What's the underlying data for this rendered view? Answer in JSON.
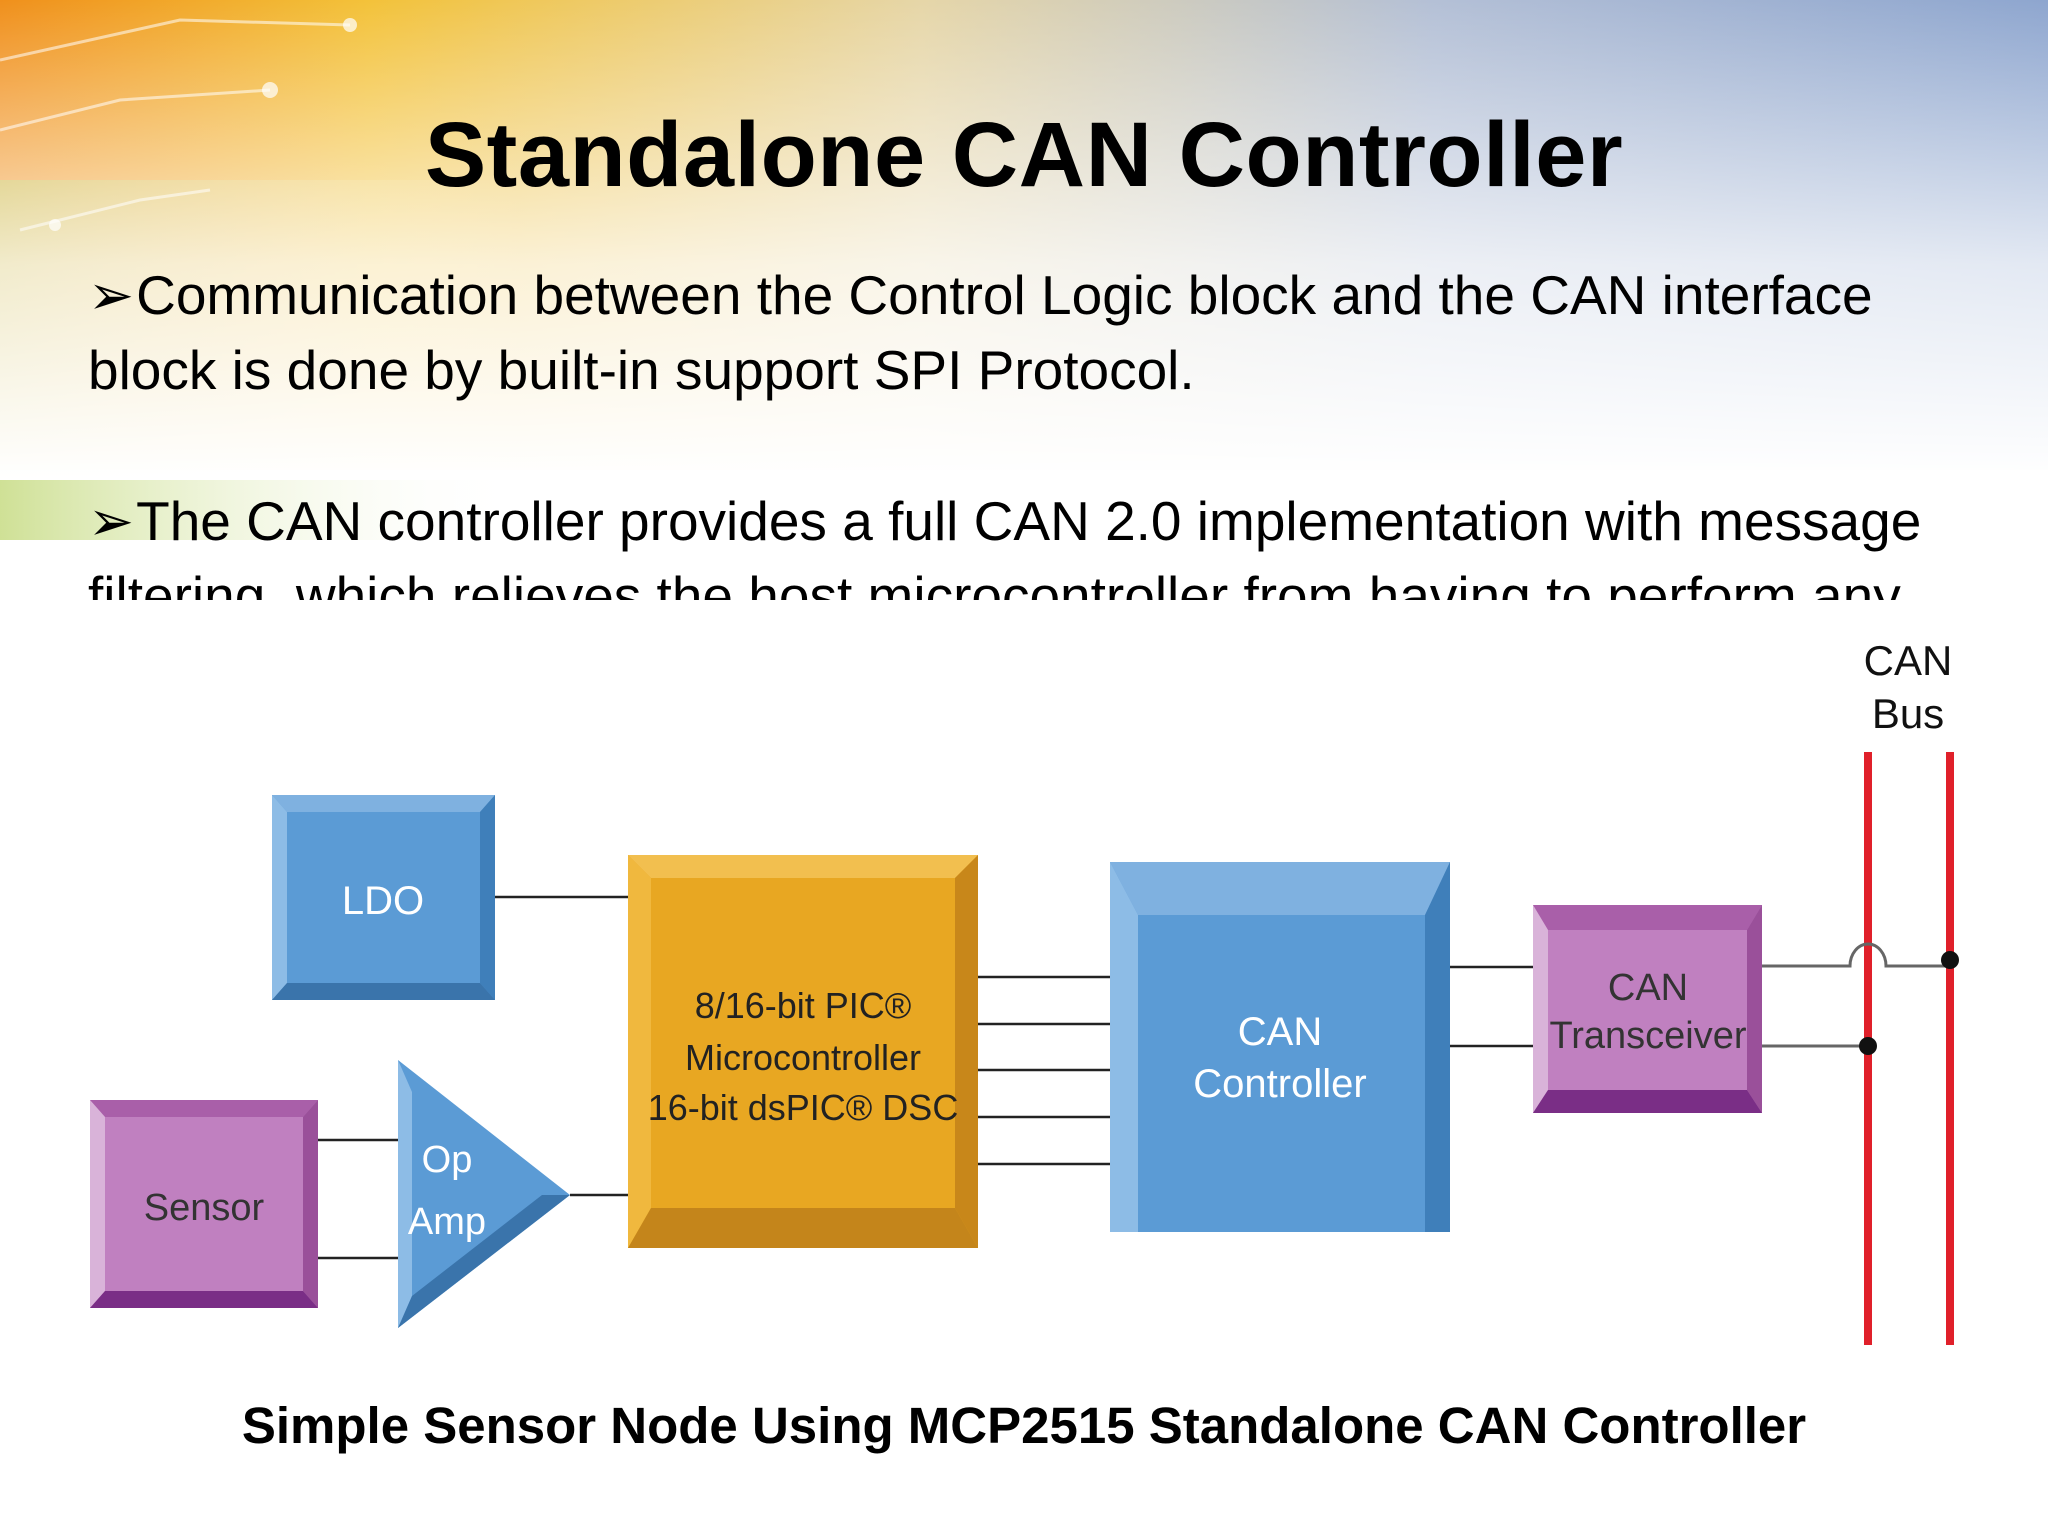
{
  "slide": {
    "title": "Standalone CAN Controller",
    "bullets": [
      "Communication between the Control Logic block and the CAN interface block is done by built-in support SPI Protocol.",
      "The CAN controller provides a full CAN 2.0 implementation with message filtering, which relieves the host microcontroller from having to perform any CAN bus related overhead."
    ],
    "bullet_marker": "➢",
    "caption": "Simple Sensor Node Using MCP2515 Standalone CAN Controller"
  },
  "diagram": {
    "ldo": "LDO",
    "sensor": "Sensor",
    "opamp": [
      "Op",
      "Amp"
    ],
    "mcu": [
      "8/16-bit PIC®",
      "Microcontroller",
      "16-bit dsPIC® DSC"
    ],
    "can_controller": [
      "CAN",
      "Controller"
    ],
    "can_transceiver": [
      "CAN",
      "Transceiver"
    ],
    "can_bus": [
      "CAN",
      "Bus"
    ],
    "colors": {
      "blue": "#5b9bd5",
      "purple": "#c080c0",
      "gold": "#e8a722",
      "bus_red": "#e0202a"
    }
  }
}
